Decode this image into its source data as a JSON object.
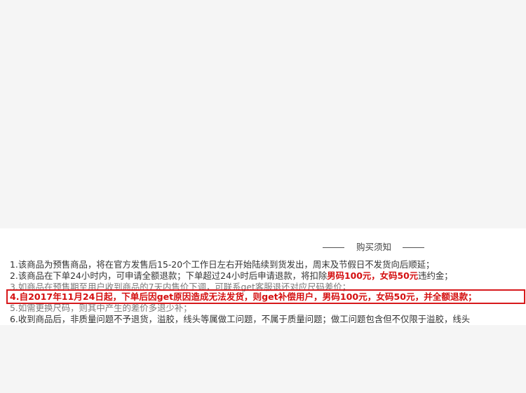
{
  "notice": {
    "title": "购买须知",
    "lines": [
      {
        "text": "1.该商品为预售商品，将在官方发售后15-20个工作日左右开始陆续到货发出，周末及节假日不发货向后顺延；"
      },
      {
        "prefix": "2.该商品在下单24小时内，可申请全额退款；下单超过24小时后申请退款，将扣除",
        "highlight": "男码100元，女码50元",
        "suffix": "违约金；"
      },
      {
        "text": "3.如商品在预售期至用户收到商品的7天内售价下调，可联系get客服退还对应尺码差价；"
      },
      {
        "text": "4.自2017年11月24日起，下单后因get原因造成无法发货，则get补偿用户，男码100元，女码50元，并全额退款；"
      },
      {
        "text": "5.如需更换尺码，则其中产生的差价多退少补；"
      },
      {
        "text": "6.收到商品后，非质量问题不予退货，溢胶，线头等属做工问题，不属于质量问题；做工问题包含但不仅限于溢胶，线头"
      }
    ]
  },
  "colors": {
    "accent_red": "#d40f10",
    "box_red": "#d7191c",
    "text": "#333333",
    "background": "#f5f5f5"
  }
}
